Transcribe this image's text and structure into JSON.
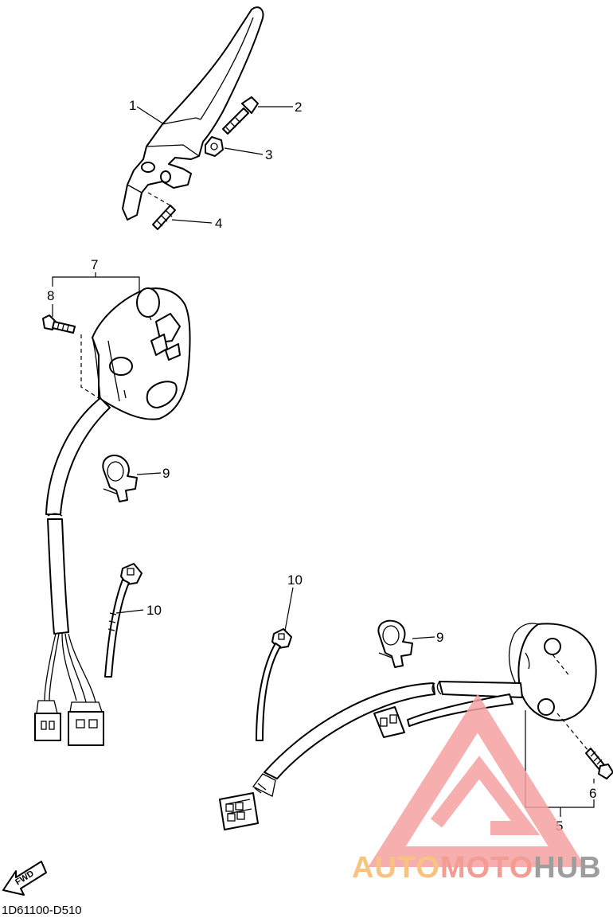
{
  "callouts": {
    "c1": "1",
    "c2": "2",
    "c3": "3",
    "c4": "4",
    "c5": "5",
    "c6": "6",
    "c7": "7",
    "c8": "8",
    "c9a": "9",
    "c9b": "9",
    "c10a": "10",
    "c10b": "10"
  },
  "direction_arrow": {
    "label": "FWD"
  },
  "drawing_code": "1D61100-D510",
  "watermark": {
    "text_part1": "AUTO",
    "text_part2": "MOTO",
    "text_part3": "HUB",
    "colors": {
      "auto": "#f7b96b",
      "moto": "#f28b82",
      "hub": "#8c8c8c",
      "logo": "#f5a0a0"
    }
  },
  "icons": [
    "fwd-arrow-icon",
    "automotohub-logo-icon"
  ]
}
